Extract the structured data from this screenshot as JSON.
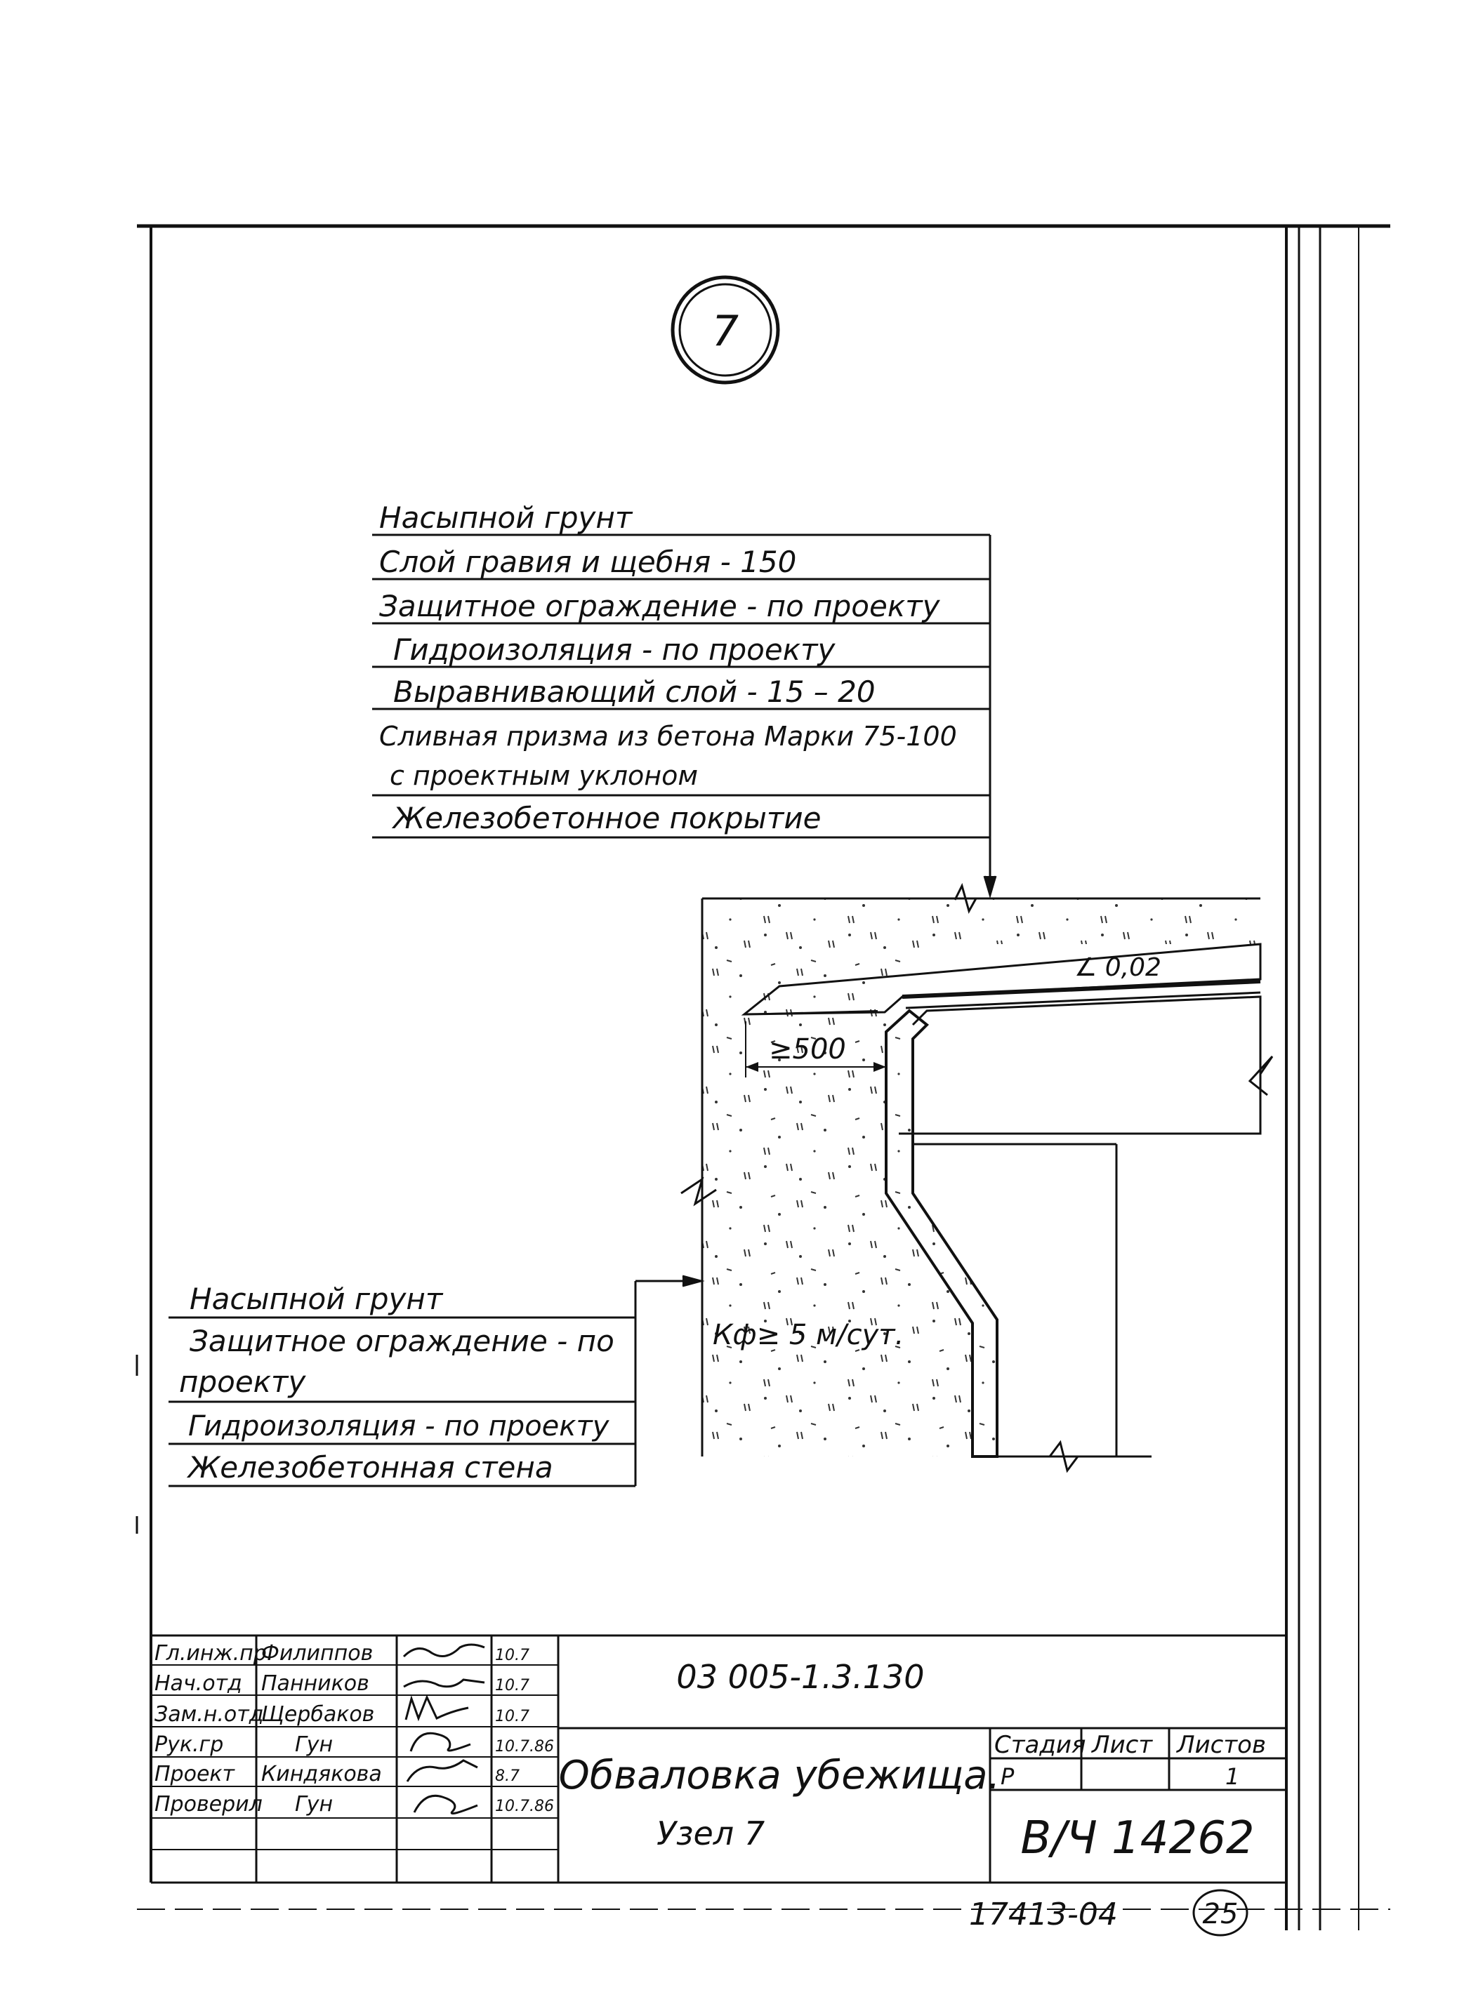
{
  "node_badge": "7",
  "roof_layers": [
    "Насыпной грунт",
    "Слой гравия и щебня - 150",
    "Защитное ограждение - по проекту",
    "Гидроизоляция - по проекту",
    "Выравнивающий слой - 15 – 20",
    "Сливная призма из бетона Марки 75-100",
    "с проектным уклоном",
    "Железобетонное покрытие"
  ],
  "wall_layers": [
    "Насыпной грунт",
    "Защитное ограждение - по",
    "проекту",
    "Гидроизоляция - по проекту",
    "Железобетонная стена"
  ],
  "annotations": {
    "slope": "∠ 0,02",
    "offset": "≥500",
    "filtration": "Кф≥ 5 м/сут."
  },
  "title_block": {
    "doc_code": "03 005-1.3.130",
    "title_line1": "Обваловка убежища.",
    "title_line2": "Узел 7",
    "org": "В/Ч 14262",
    "stage_header": "Стадия",
    "sheet_header": "Лист",
    "sheets_header": "Листов",
    "stage_value": "Р",
    "sheet_value": "",
    "sheets_value": "1",
    "signatures": [
      {
        "role": "Гл.инж.пр.",
        "name": "Филиппов",
        "date": "10.7"
      },
      {
        "role": "Нач.отд",
        "name": "Панников",
        "date": "10.7"
      },
      {
        "role": "Зам.н.отд",
        "name": "Щербаков",
        "date": "10.7"
      },
      {
        "role": "Рук.гр",
        "name": "Гун",
        "date": "10.7.86"
      },
      {
        "role": "Проект",
        "name": "Киндякова",
        "date": "8.7"
      },
      {
        "role": "Проверил",
        "name": "Гун",
        "date": "10.7.86"
      }
    ]
  },
  "footer": {
    "archive_number": "17413-04",
    "page_number": "25"
  }
}
